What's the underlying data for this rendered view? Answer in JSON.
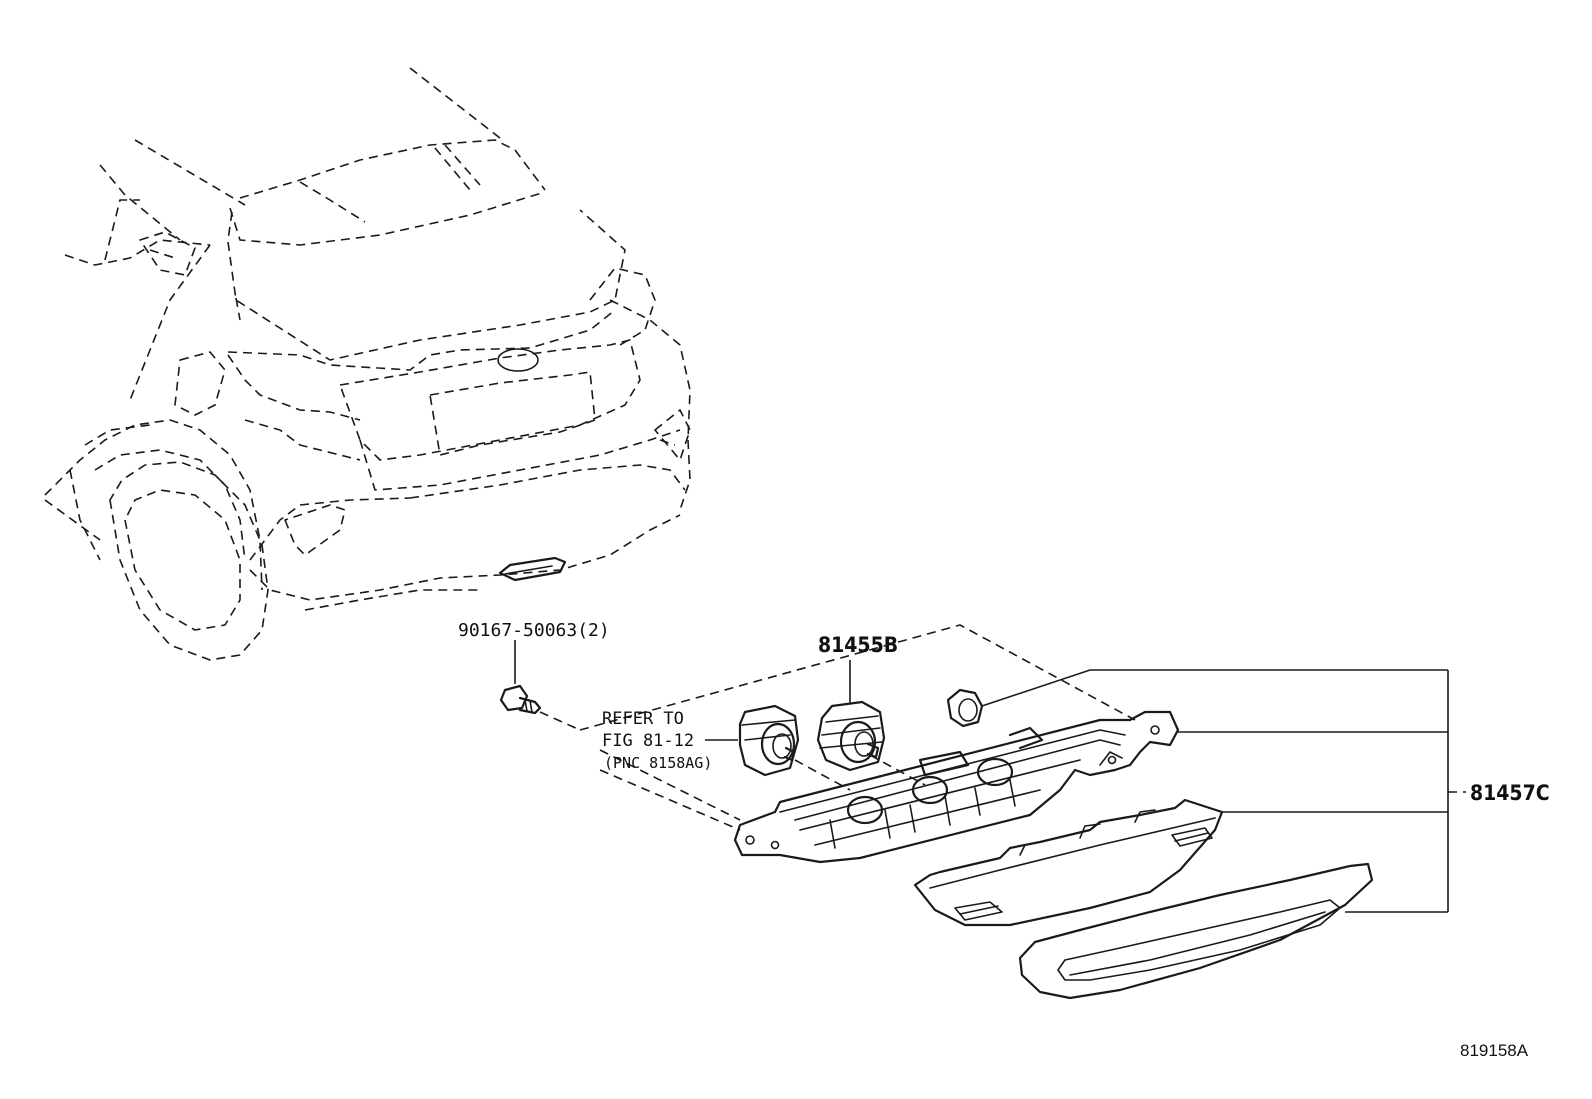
{
  "callouts": {
    "bolt": "90167-50063(2)",
    "socket": "81455B",
    "lamp_assy": "81457C"
  },
  "reference_note": {
    "line1": "REFER TO",
    "line2": "FIG 81-12",
    "line3": "(PNC 8158AG)"
  },
  "figure_id": "819158A",
  "colors": {
    "line": "#1a1a1a",
    "background": "#ffffff"
  }
}
